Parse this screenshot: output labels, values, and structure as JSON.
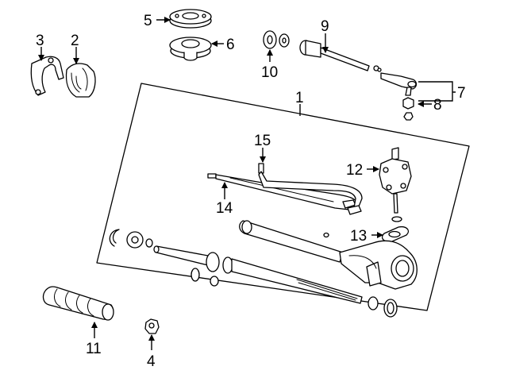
{
  "callouts": [
    {
      "id": "c1",
      "label": "1"
    },
    {
      "id": "c2",
      "label": "2"
    },
    {
      "id": "c3",
      "label": "3"
    },
    {
      "id": "c4",
      "label": "4"
    },
    {
      "id": "c5",
      "label": "5"
    },
    {
      "id": "c6",
      "label": "6"
    },
    {
      "id": "c7",
      "label": "7"
    },
    {
      "id": "c8",
      "label": "8"
    },
    {
      "id": "c9",
      "label": "9"
    },
    {
      "id": "c10",
      "label": "10"
    },
    {
      "id": "c11",
      "label": "11"
    },
    {
      "id": "c12",
      "label": "12"
    },
    {
      "id": "c13",
      "label": "13"
    },
    {
      "id": "c14",
      "label": "14"
    },
    {
      "id": "c15",
      "label": "15"
    }
  ],
  "colors": {
    "line": "#000000",
    "background": "#ffffff"
  }
}
